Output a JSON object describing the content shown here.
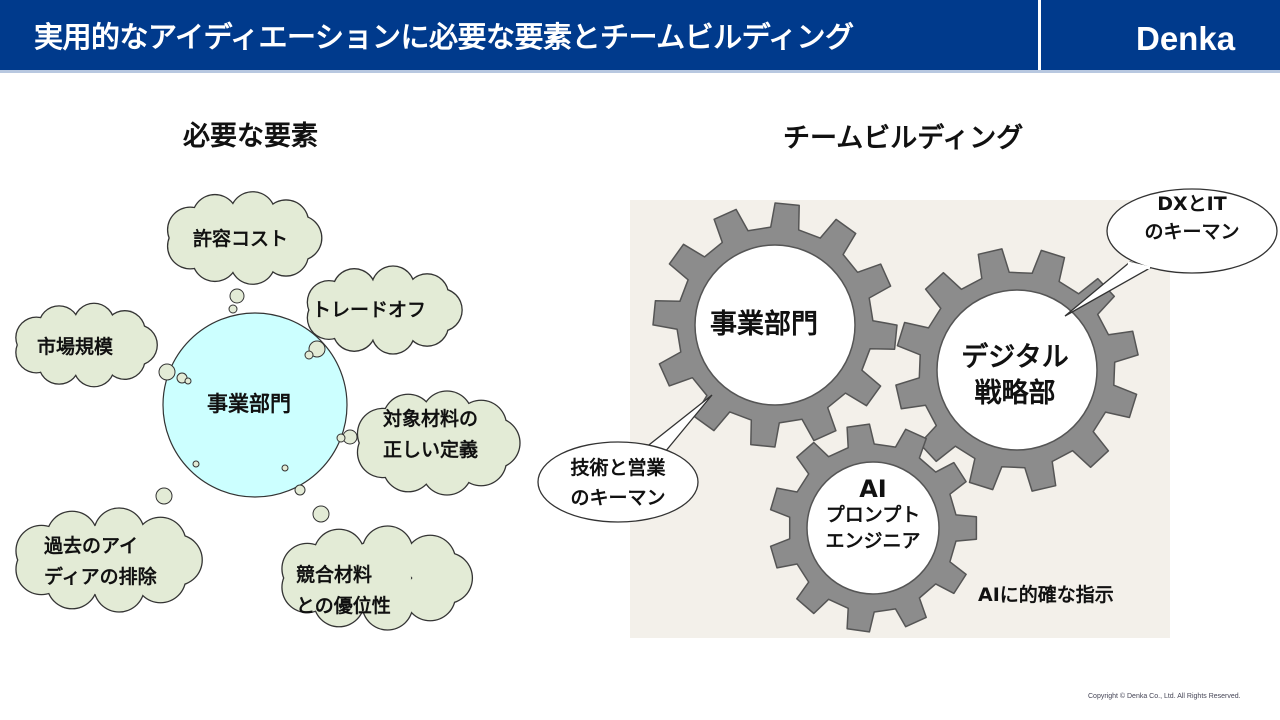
{
  "header": {
    "title": "実用的なアイディエーションに必要な要素とチームビルディング",
    "logo": "Denka"
  },
  "left": {
    "heading": "必要な要素",
    "center": "事業部門",
    "clouds": [
      "許容コスト",
      "トレードオフ",
      "市場規模",
      "対象材料の",
      "正しい定義",
      "過去のアイ",
      "ディアの排除",
      "競合材料",
      "との優位性"
    ]
  },
  "right": {
    "heading": "チームビルディング",
    "gear1": "事業部門",
    "gear2": [
      "デジタル",
      "戦略部"
    ],
    "gear3": [
      "AI",
      "プロンプト",
      "エンジニア"
    ],
    "bubble1": [
      "DXとIT",
      "のキーマン"
    ],
    "bubble2": [
      "技術と営業",
      "のキーマン"
    ],
    "note": "AIに的確な指示"
  },
  "footer": {
    "copyright": "Copyright © Denka Co., Ltd. All Rights Reserved."
  },
  "colors": {
    "header": "#003a8c",
    "circle": "#ccffff",
    "cloud": "#e3ebd6",
    "gear": "#8c8c8c",
    "panel": "#f3f0ea"
  }
}
